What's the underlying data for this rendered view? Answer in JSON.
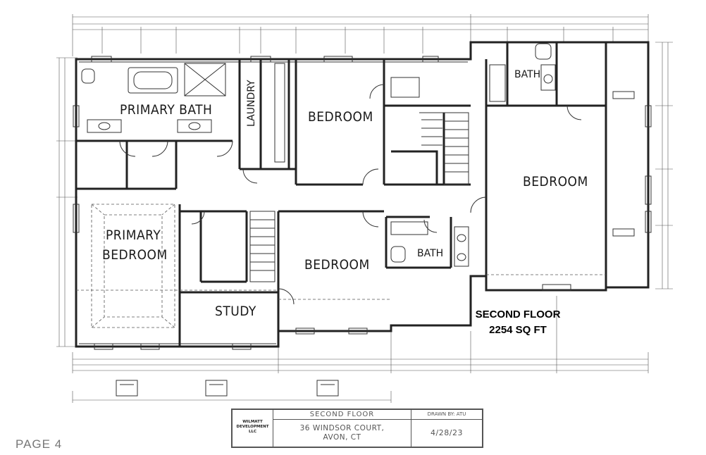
{
  "rooms": {
    "primary_bath": "PRIMARY BATH",
    "laundry": "LAUNDRY",
    "bedroom_top": "BEDROOM",
    "bath_upper": "BATH",
    "bedroom_right": "BEDROOM",
    "primary_bedroom_1": "PRIMARY",
    "primary_bedroom_2": "BEDROOM",
    "bedroom_middle": "BEDROOM",
    "bath_middle": "BATH",
    "study": "STUDY"
  },
  "floor_label": {
    "line1": "SECOND FLOOR",
    "line2": "2254 SQ FT"
  },
  "title_block": {
    "company_line1": "WILMATT",
    "company_line2": "DEVELOPMENT",
    "company_line3": "LLC",
    "sheet_title": "SECOND FLOOR",
    "address_line1": "36 WINDSOR COURT,",
    "address_line2": "AVON, CT",
    "drawn_by": "DRAWN BY: ATU",
    "date": "4/28/23"
  },
  "page_label": "PAGE 4"
}
